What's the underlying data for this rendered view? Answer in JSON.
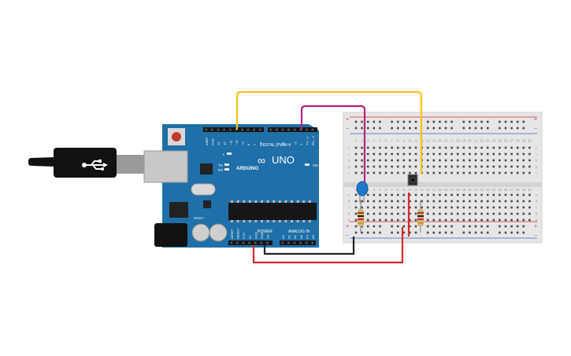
{
  "board": {
    "brand": "ARDUINO",
    "model": "UNO",
    "on_label": "ON",
    "tx_label": "TX",
    "rx_label": "RX",
    "l_label": "L",
    "digital_label": "DIGITAL (PWM~)",
    "power_label": "POWER",
    "analog_label": "ANALOG IN",
    "reset_label": "RESET",
    "top_pins": [
      "AREF",
      "GND",
      "13",
      "12",
      "~11",
      "~10",
      "~9",
      "8",
      "7",
      "~6",
      "~5",
      "4",
      "~3",
      "2",
      "TX→1",
      "RX←0"
    ],
    "power_pins": [
      "IOREF",
      "RESET",
      "3.3V",
      "5V",
      "GND",
      "GND",
      "Vin"
    ],
    "analog_pins": [
      "A0",
      "A1",
      "A2",
      "A3",
      "A4",
      "A5"
    ]
  },
  "breadboard": {
    "column_count": 30,
    "row_labels_top": [
      "j",
      "i",
      "h",
      "g",
      "f"
    ],
    "row_labels_bottom": [
      "e",
      "d",
      "c",
      "b",
      "a"
    ],
    "plus_sign": "+",
    "minus_sign": "−"
  },
  "colors": {
    "board": "#1f6fa8",
    "breadboard": "#e6e6e6",
    "wire_yellow": "#f3c318",
    "wire_magenta": "#b4247a",
    "wire_red": "#d42a2a",
    "wire_black": "#222222",
    "led": "#1f78c8"
  }
}
